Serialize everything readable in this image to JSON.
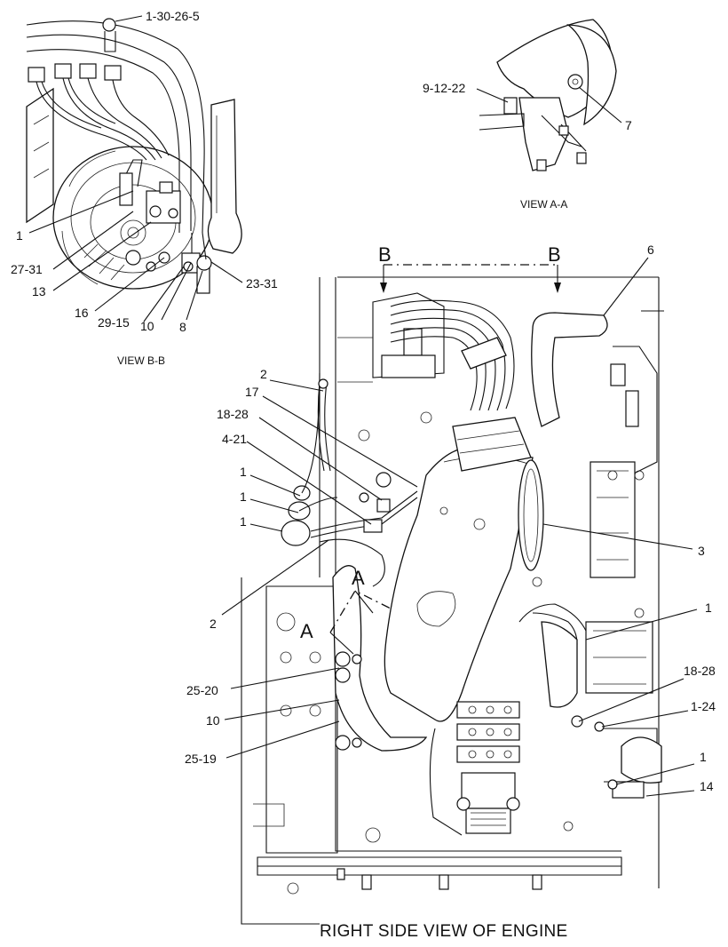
{
  "views": {
    "view_bb": "VIEW B-B",
    "view_aa": "VIEW A-A",
    "main": "RIGHT SIDE VIEW OF ENGINE"
  },
  "sections": {
    "b_left": "B",
    "b_right": "B",
    "a_top": "A",
    "a_left": "A"
  },
  "callouts": {
    "bb": [
      "1-30-26-5",
      "1",
      "27-31",
      "13",
      "16",
      "29-15",
      "10",
      "8",
      "23-31"
    ],
    "aa": [
      "9-12-22",
      "7"
    ],
    "main": [
      "6",
      "2",
      "17",
      "18-28",
      "4-21",
      "1",
      "1",
      "1",
      "2",
      "3",
      "1",
      "25-20",
      "10",
      "25-19",
      "18-28",
      "1-24",
      "1",
      "14"
    ]
  }
}
